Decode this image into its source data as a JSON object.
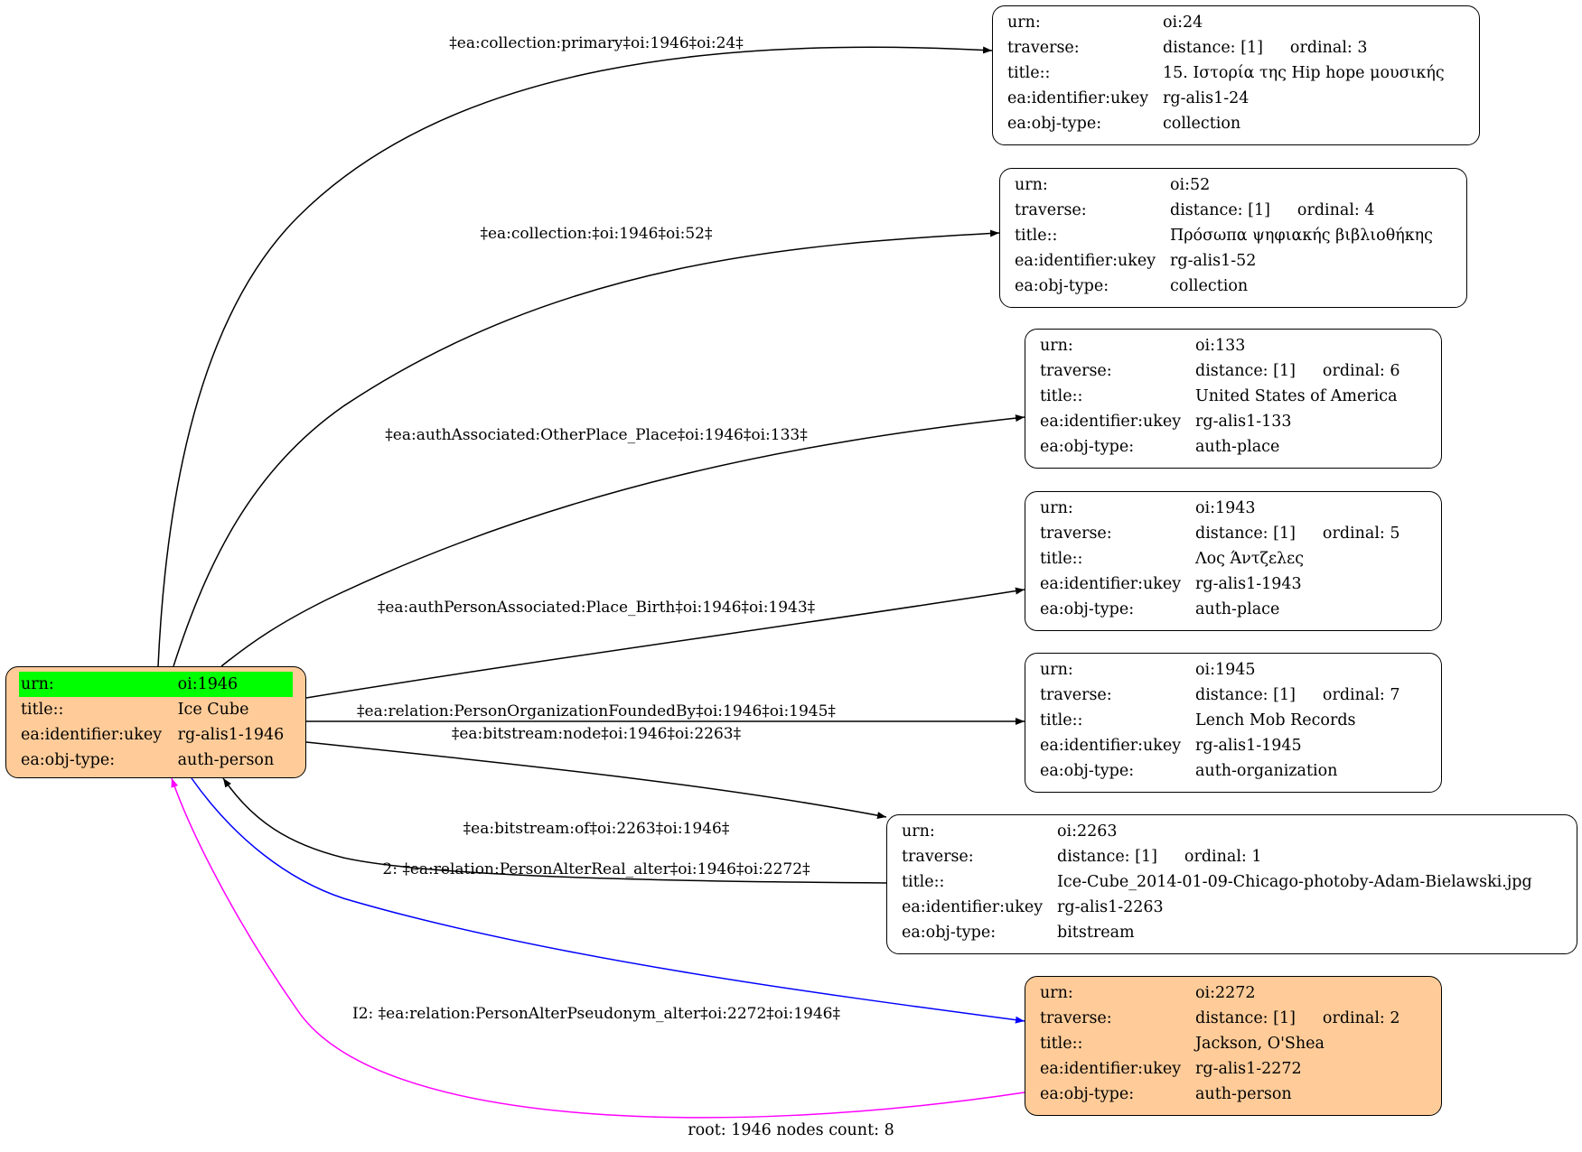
{
  "colors": {
    "root_fill": "#ffcc99",
    "urn_highlight": "#00ff00",
    "blue_edge": "#0000ff",
    "magenta_edge": "#ff00ff"
  },
  "nodes": [
    {
      "id": "n1946",
      "rows": [
        {
          "k": "urn:",
          "v": "oi:1946"
        },
        {
          "k": "title::",
          "v": "Ice Cube"
        },
        {
          "k": "ea:identifier:ukey",
          "v": "rg-alis1-1946"
        },
        {
          "k": "ea:obj-type:",
          "v": "auth-person"
        }
      ]
    },
    {
      "id": "n24",
      "rows": [
        {
          "k": "urn:",
          "v": "oi:24"
        },
        {
          "k": "traverse:",
          "v": "distance: [1]",
          "extra": "ordinal: 3"
        },
        {
          "k": "title::",
          "v": "15. Ιστορία της Hip hope μουσικής"
        },
        {
          "k": "ea:identifier:ukey",
          "v": "rg-alis1-24"
        },
        {
          "k": "ea:obj-type:",
          "v": "collection"
        }
      ]
    },
    {
      "id": "n52",
      "rows": [
        {
          "k": "urn:",
          "v": "oi:52"
        },
        {
          "k": "traverse:",
          "v": "distance: [1]",
          "extra": "ordinal: 4"
        },
        {
          "k": "title::",
          "v": "Πρόσωπα ψηφιακής βιβλιοθήκης"
        },
        {
          "k": "ea:identifier:ukey",
          "v": "rg-alis1-52"
        },
        {
          "k": "ea:obj-type:",
          "v": "collection"
        }
      ]
    },
    {
      "id": "n133",
      "rows": [
        {
          "k": "urn:",
          "v": "oi:133"
        },
        {
          "k": "traverse:",
          "v": "distance: [1]",
          "extra": "ordinal: 6"
        },
        {
          "k": "title::",
          "v": "United States of America"
        },
        {
          "k": "ea:identifier:ukey",
          "v": "rg-alis1-133"
        },
        {
          "k": "ea:obj-type:",
          "v": "auth-place"
        }
      ]
    },
    {
      "id": "n1943",
      "rows": [
        {
          "k": "urn:",
          "v": "oi:1943"
        },
        {
          "k": "traverse:",
          "v": "distance: [1]",
          "extra": "ordinal: 5"
        },
        {
          "k": "title::",
          "v": "Λος Άντζελες"
        },
        {
          "k": "ea:identifier:ukey",
          "v": "rg-alis1-1943"
        },
        {
          "k": "ea:obj-type:",
          "v": "auth-place"
        }
      ]
    },
    {
      "id": "n1945",
      "rows": [
        {
          "k": "urn:",
          "v": "oi:1945"
        },
        {
          "k": "traverse:",
          "v": "distance: [1]",
          "extra": "ordinal: 7"
        },
        {
          "k": "title::",
          "v": "Lench Mob Records"
        },
        {
          "k": "ea:identifier:ukey",
          "v": "rg-alis1-1945"
        },
        {
          "k": "ea:obj-type:",
          "v": "auth-organization"
        }
      ]
    },
    {
      "id": "n2263",
      "rows": [
        {
          "k": "urn:",
          "v": "oi:2263"
        },
        {
          "k": "traverse:",
          "v": "distance: [1]",
          "extra": "ordinal: 1"
        },
        {
          "k": "title::",
          "v": "Ice-Cube_2014-01-09-Chicago-photoby-Adam-Bielawski.jpg"
        },
        {
          "k": "ea:identifier:ukey",
          "v": "rg-alis1-2263"
        },
        {
          "k": "ea:obj-type:",
          "v": "bitstream"
        }
      ]
    },
    {
      "id": "n2272",
      "rows": [
        {
          "k": "urn:",
          "v": "oi:2272"
        },
        {
          "k": "traverse:",
          "v": "distance: [1]",
          "extra": "ordinal: 2"
        },
        {
          "k": "title::",
          "v": "Jackson, O'Shea"
        },
        {
          "k": "ea:identifier:ukey",
          "v": "rg-alis1-2272"
        },
        {
          "k": "ea:obj-type:",
          "v": "auth-person"
        }
      ]
    }
  ],
  "edges": [
    {
      "label": "‡ea:collection:primary‡oi:1946‡oi:24‡"
    },
    {
      "label": "‡ea:collection:‡oi:1946‡oi:52‡"
    },
    {
      "label": "‡ea:authAssociated:OtherPlace_Place‡oi:1946‡oi:133‡"
    },
    {
      "label": "‡ea:authPersonAssociated:Place_Birth‡oi:1946‡oi:1943‡"
    },
    {
      "label": "‡ea:relation:PersonOrganizationFoundedBy‡oi:1946‡oi:1945‡"
    },
    {
      "label": "‡ea:bitstream:node‡oi:1946‡oi:2263‡"
    },
    {
      "label": "‡ea:bitstream:of‡oi:2263‡oi:1946‡"
    },
    {
      "label": "2: ‡ea:relation:PersonAlterReal_alter‡oi:1946‡oi:2272‡"
    },
    {
      "label": "I2: ‡ea:relation:PersonAlterPseudonym_alter‡oi:2272‡oi:1946‡"
    }
  ],
  "footer": "root: 1946 nodes count: 8"
}
